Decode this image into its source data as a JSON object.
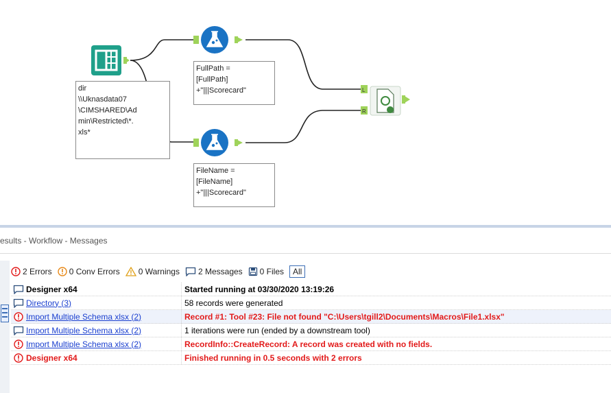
{
  "canvas": {
    "annotations": {
      "directory": "dir\n\\\\Uknasdata07\n\\CIMSHARED\\Ad\nmin\\Restricted\\*.\nxls*",
      "formula_top": "FullPath =\n[FullPath]\n+\"|||Scorecard\"",
      "formula_bottom": "FileName =\n[FileName]\n+\"|||Scorecard\""
    },
    "macro_labels": {
      "input_left": "L",
      "input_right": "R"
    }
  },
  "results": {
    "title": "esults - Workflow - Messages",
    "filters": {
      "errors": "2 Errors",
      "conv_errors": "0 Conv Errors",
      "warnings": "0 Warnings",
      "messages": "2 Messages",
      "files": "0 Files",
      "all": "All"
    },
    "rows": [
      {
        "tool": "Designer x64",
        "message": "Started running at 03/30/2020 13:19:26"
      },
      {
        "tool": "Directory (3)",
        "message": "58 records were generated"
      },
      {
        "tool": "Import Multiple Schema xlsx (2)",
        "message": "Record #1: Tool #23: File not found \"C:\\Users\\tgill2\\Documents\\Macros\\File1.xlsx\""
      },
      {
        "tool": "Import Multiple Schema xlsx (2)",
        "message": "1 iterations were run (ended by a downstream tool)"
      },
      {
        "tool": "Import Multiple Schema xlsx (2)",
        "message": "RecordInfo::CreateRecord:  A record was created with no fields."
      },
      {
        "tool": "Designer x64",
        "message": "Finished running in 0.5 seconds with 2 errors"
      }
    ]
  },
  "colors": {
    "error_red": "#e21a1a",
    "link_blue": "#1a3fcf",
    "directory_teal": "#1fa08a",
    "formula_blue": "#1a73c4",
    "anchor_green": "#9fd35a"
  },
  "icons": {
    "directory_tool": "book-grid-icon",
    "formula_tool": "flask-icon",
    "macro_tool": "macro-document-icon",
    "error": "error-circle-icon",
    "warning": "warning-triangle-icon",
    "message": "speech-bubble-icon",
    "files": "save-disk-icon"
  }
}
